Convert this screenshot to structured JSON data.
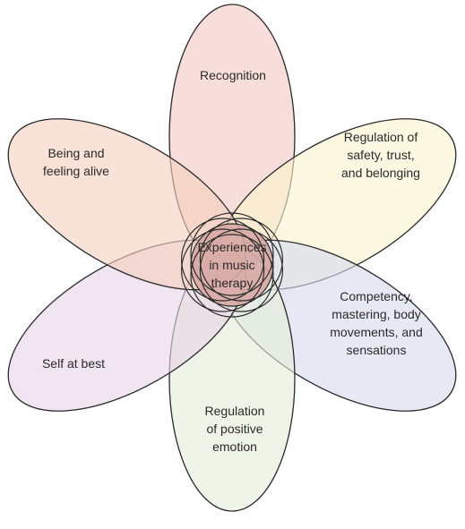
{
  "center": {
    "lines": [
      "Experiences",
      "in music",
      "therapy"
    ],
    "fill": "#d7a8a4"
  },
  "petals": [
    {
      "id": "recognition",
      "lines": [
        "Recognition"
      ],
      "fill": "#f2c9c3"
    },
    {
      "id": "regulation-safety",
      "lines": [
        "Regulation of",
        "safety, trust,",
        "and belonging"
      ],
      "fill": "#fcf4cf"
    },
    {
      "id": "competency",
      "lines": [
        "Competency,",
        "mastering, body",
        "movements, and",
        "sensations"
      ],
      "fill": "#d6dcee"
    },
    {
      "id": "regulation-positive-emotion",
      "lines": [
        "Regulation",
        "of positive",
        "emotion"
      ],
      "fill": "#e3edd9"
    },
    {
      "id": "self-at-best",
      "lines": [
        "Self at best"
      ],
      "fill": "#e7d5e6"
    },
    {
      "id": "being-alive",
      "lines": [
        "Being and",
        "feeling alive"
      ],
      "fill": "#f6d1bf"
    }
  ],
  "colors": {
    "stroke": "#2b2b2b",
    "text": "#2a2a2a"
  }
}
